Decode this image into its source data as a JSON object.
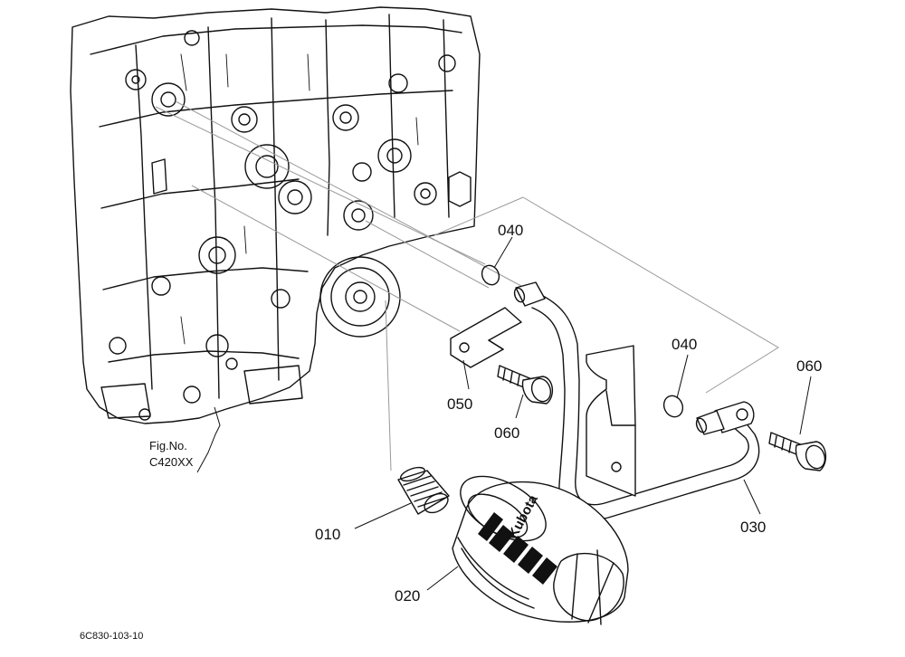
{
  "parts": [
    {
      "id": "p010",
      "label": "010"
    },
    {
      "id": "p020",
      "label": "020"
    },
    {
      "id": "p030",
      "label": "030"
    },
    {
      "id": "p040a",
      "label": "040"
    },
    {
      "id": "p040b",
      "label": "040"
    },
    {
      "id": "p050",
      "label": "050"
    },
    {
      "id": "p060a",
      "label": "060"
    },
    {
      "id": "p060b",
      "label": "060"
    }
  ],
  "reference": {
    "line1": "Fig.No.",
    "line2": "C420XX"
  },
  "filter_brand": "Kubota",
  "drawing_code": "6C830-103-10"
}
